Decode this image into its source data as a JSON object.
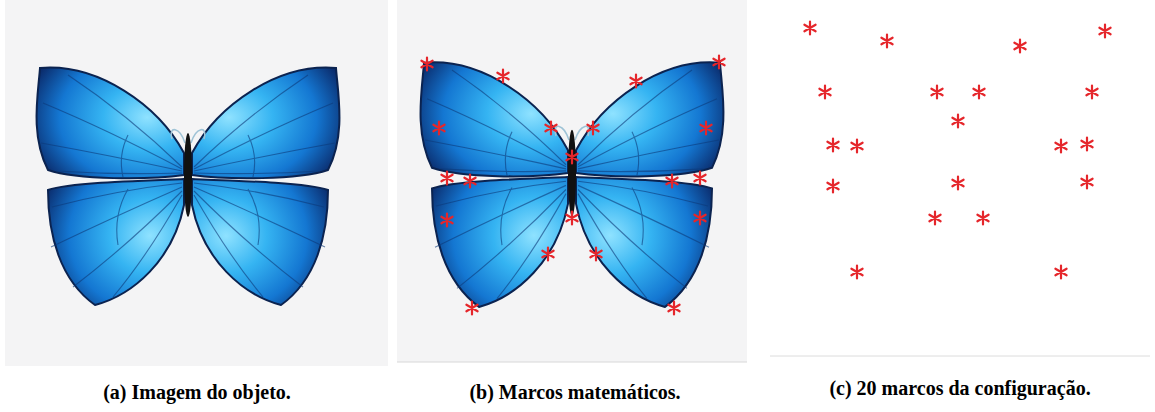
{
  "diagram": {
    "labels": [
      "(a) Imagem do objeto.",
      "(b) Marcos matemáticos.",
      "(c) 20 marcos da configuração."
    ]
  }
}
